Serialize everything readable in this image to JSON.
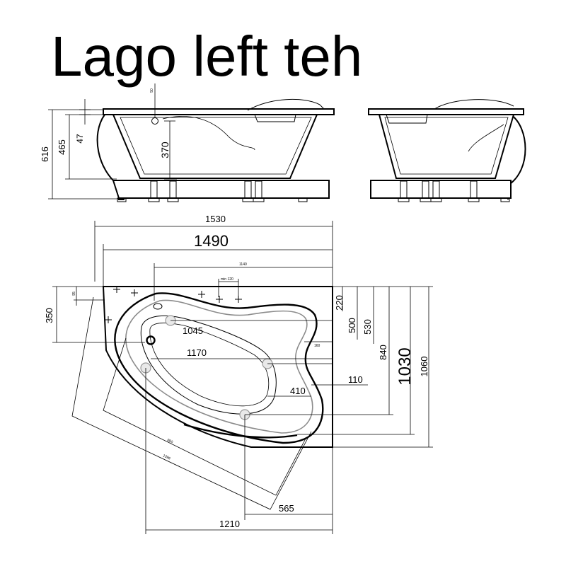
{
  "title": "Lago left teh",
  "side_view": {
    "height_total": "616",
    "height_rim": "465",
    "height_rim_step": "47",
    "overflow_height": "370",
    "overflow_diameter": "50"
  },
  "plan_view": {
    "width_total": "1530",
    "width_inner": "1490",
    "width_1140": "1140",
    "min_120": "min 120",
    "depth_350": "350",
    "offset_95": "95",
    "dist_1045": "1045",
    "dist_1170": "1170",
    "dist_160": "160",
    "dist_410": "410",
    "dist_110": "110",
    "dist_565": "565",
    "dist_1210": "1210",
    "diag_860": "860",
    "diag_1396": "1396",
    "dist_220": "220",
    "dist_500": "500",
    "dist_530": "530",
    "dist_840": "840",
    "dist_1030": "1030",
    "dist_1060": "1060"
  }
}
